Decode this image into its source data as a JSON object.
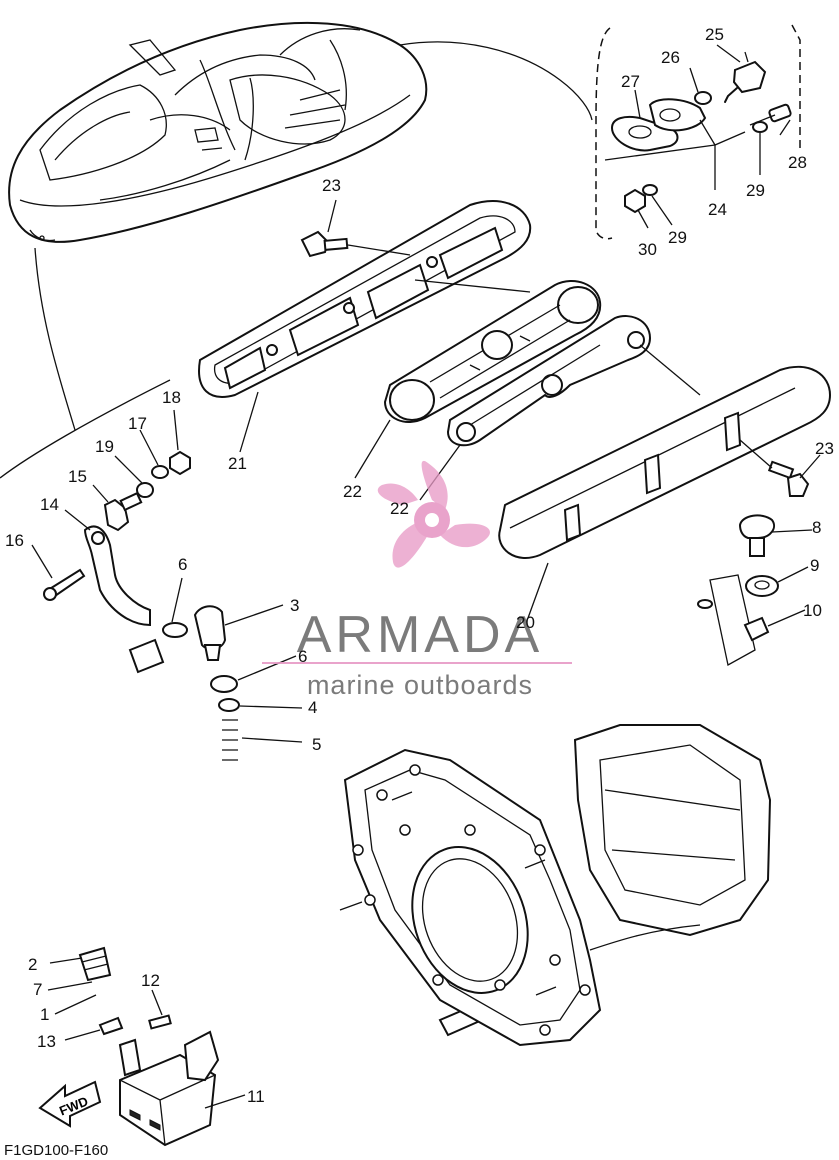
{
  "diagram": {
    "figure_code": "F1GD100-F160",
    "direction_label": "FWD",
    "callouts": [
      "1",
      "2",
      "3",
      "4",
      "5",
      "6",
      "6",
      "7",
      "8",
      "9",
      "10",
      "11",
      "12",
      "13",
      "14",
      "15",
      "16",
      "17",
      "18",
      "19",
      "20",
      "21",
      "22",
      "22",
      "23",
      "23",
      "24",
      "25",
      "26",
      "27",
      "28",
      "29",
      "29",
      "30"
    ]
  },
  "watermark": {
    "brand": "ARMADA",
    "tagline": "marine outboards",
    "colors": {
      "logo": "#e79ac6",
      "text": "#6d6d6d"
    }
  }
}
